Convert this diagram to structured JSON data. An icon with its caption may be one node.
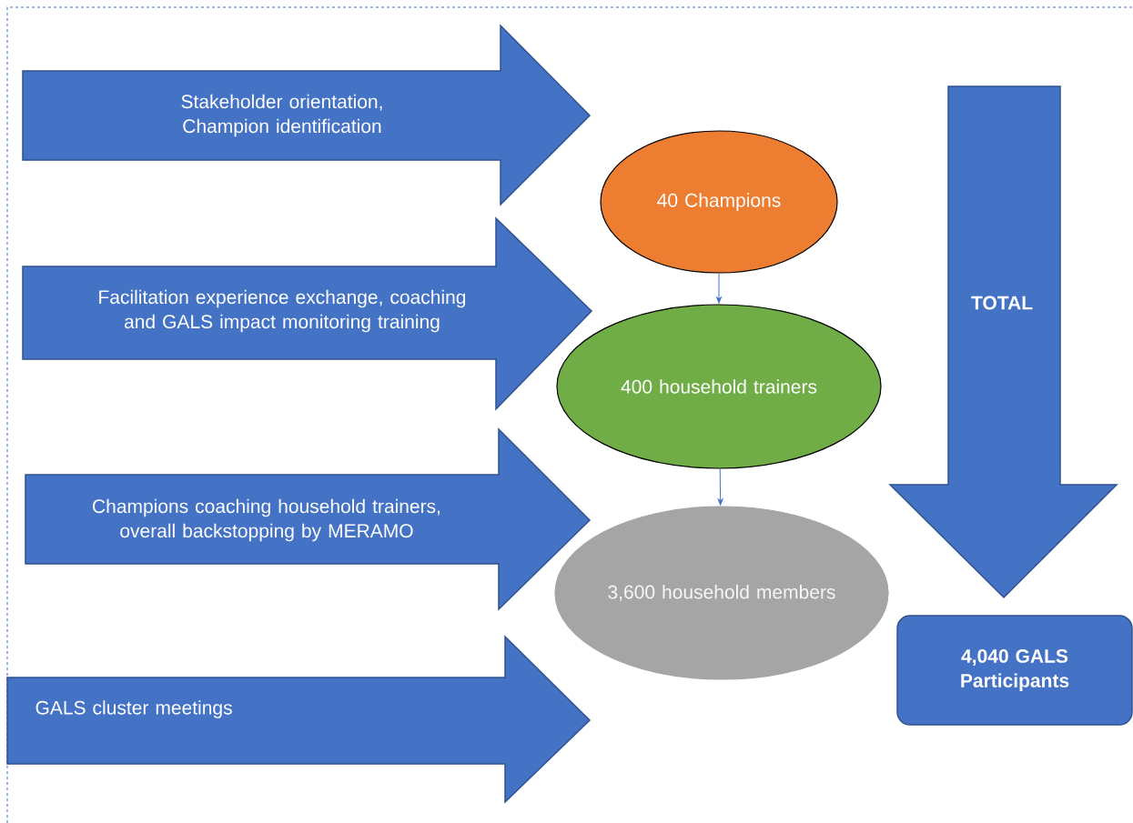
{
  "diagram": {
    "nodes": [
      {
        "text": [
          "Stakeholder orientation, Champion identification"
        ]
      },
      {
        "text": [
          "Facilitation experience exchange, coaching and GALS impact monitoring training"
        ]
      },
      {
        "text": [
          "Champions coaching household trainers, overall backstopping by MERAMO"
        ]
      },
      {
        "text": [
          "GALS cluster meetings"
        ]
      },
      {
        "text": [
          "40 Champions"
        ]
      },
      {
        "text": [
          "400 household trainers"
        ]
      },
      {
        "text": [
          "3,600 household members"
        ]
      },
      {
        "text": [
          "TOTAL"
        ]
      },
      {
        "text": [
          "4,040 GALS Participants"
        ]
      }
    ],
    "edges": [
      {
        "from": 4,
        "to": 5,
        "arrow": "to"
      },
      {
        "from": 5,
        "to": 6,
        "arrow": "to"
      }
    ]
  }
}
